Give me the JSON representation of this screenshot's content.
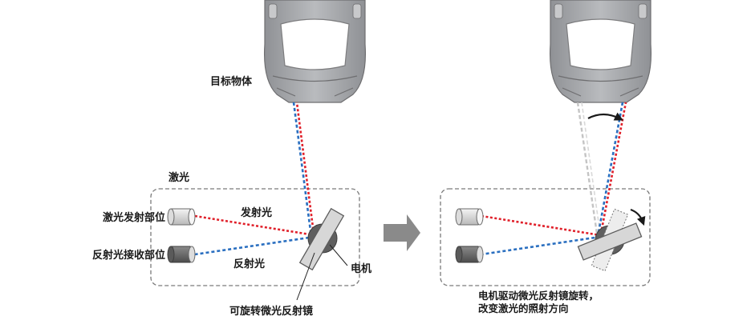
{
  "left_panel": {
    "target_label": "目标物体",
    "laser_label": "激光",
    "emitter_label": "激光发射部位",
    "receiver_label": "反射光接收部位",
    "emitted_light_label": "发射光",
    "reflected_light_label": "反射光",
    "motor_label": "电机",
    "mirror_label": "可旋转微光反射镜"
  },
  "right_panel": {
    "caption_line1": "电机驱动微光反射镜旋转，",
    "caption_line2": "改变激光的照射方向"
  },
  "colors": {
    "emitted": "#e0202a",
    "reflected": "#2a6fc0",
    "car_body": "#a7a9ac",
    "car_glass": "#ffffff",
    "device": "#9c9c9c",
    "arrow": "#8a8a8a",
    "frame": "#7a7a7a"
  }
}
